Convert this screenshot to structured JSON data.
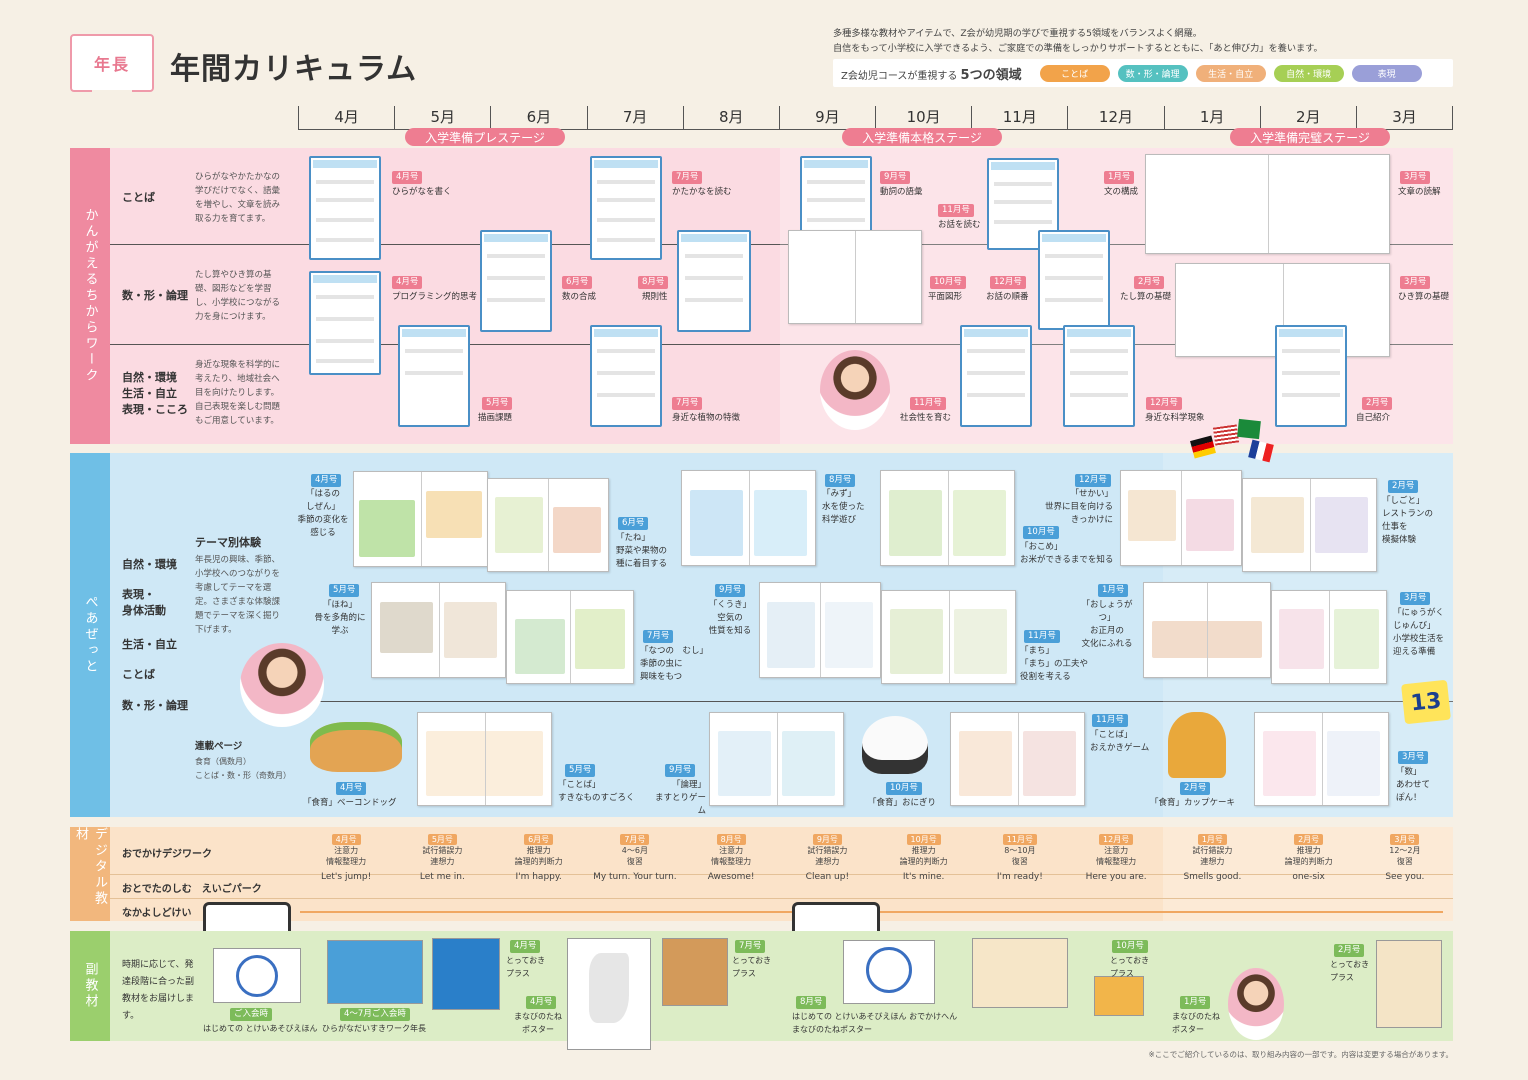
{
  "header": {
    "badge": "年長",
    "title": "年間カリキュラム",
    "intro_line1": "多種多様な教材やアイテムで、Z会が幼児期の学びで重視する5領域をバランスよく網羅。",
    "intro_line2": "自信をもって小学校に入学できるよう、ご家庭での準備をしっかりサポートするとともに、「あと伸び力」を養います。",
    "areas_label": "Z会幼児コースが重視する",
    "areas_label_big": "5つの領域",
    "areas": [
      {
        "label": "ことば",
        "color": "#f2a34a"
      },
      {
        "label": "数・形・論理",
        "color": "#55c1c0"
      },
      {
        "label": "生活・自立",
        "color": "#f0b07a"
      },
      {
        "label": "自然・環境",
        "color": "#a6cf55"
      },
      {
        "label": "表現",
        "color": "#9a9fd8"
      }
    ]
  },
  "months": [
    "4月",
    "5月",
    "6月",
    "7月",
    "8月",
    "9月",
    "10月",
    "11月",
    "12月",
    "1月",
    "2月",
    "3月"
  ],
  "stages": [
    "入学準備プレステージ",
    "入学準備本格ステージ",
    "入学準備完璧ステージ"
  ],
  "bands": {
    "kangaeru": "かんがえるちからワーク",
    "peazetto": "ぺあぜっと",
    "digital": "デジタル教材",
    "fuku": "副教材"
  },
  "kangaeru_rows": [
    {
      "title": "ことば",
      "desc": "ひらがなやかたかなの学びだけでなく、語彙を増やし、文章を読み取る力を育てます。"
    },
    {
      "title": "数・形・論理",
      "desc": "たし算やひき算の基礎、図形などを学習し、小学校につながる力を身につけます。"
    },
    {
      "title": "自然・環境\n生活・自立\n表現・こころ",
      "desc": "身近な現象を科学的に考えたり、地域社会へ目を向けたりします。自己表現を楽しむ問題もご用意しています。"
    }
  ],
  "kangaeru_items": [
    {
      "tag": "4月号",
      "cap": "ひらがなを書く"
    },
    {
      "tag": "7月号",
      "cap": "かたかなを読む"
    },
    {
      "tag": "9月号",
      "cap": "動詞の語彙"
    },
    {
      "tag": "11月号",
      "cap": "お話を読む"
    },
    {
      "tag": "1月号",
      "cap": "文の構成"
    },
    {
      "tag": "3月号",
      "cap": "文章の読解"
    },
    {
      "tag": "4月号",
      "cap": "プログラミング的思考"
    },
    {
      "tag": "6月号",
      "cap": "数の合成"
    },
    {
      "tag": "8月号",
      "cap": "規則性"
    },
    {
      "tag": "10月号",
      "cap": "平面図形"
    },
    {
      "tag": "12月号",
      "cap": "お話の順番"
    },
    {
      "tag": "2月号",
      "cap": "たし算の基礎"
    },
    {
      "tag": "3月号",
      "cap": "ひき算の基礎"
    },
    {
      "tag": "5月号",
      "cap": "描画課題"
    },
    {
      "tag": "7月号",
      "cap": "身近な植物の特徴"
    },
    {
      "tag": "11月号",
      "cap": "社会性を育む"
    },
    {
      "tag": "12月号",
      "cap": "身近な科学現象"
    },
    {
      "tag": "2月号",
      "cap": "自己紹介"
    }
  ],
  "peazetto_rows": {
    "theme_title": "テーマ別体験",
    "theme_desc": "年長児の興味、季節、小学校へのつながりを考慮してテーマを選定。さまざまな体験課題でテーマを深く掘り下げます。",
    "subjects": [
      "自然・環境",
      "表現・\n身体活動",
      "生活・自立",
      "ことば",
      "数・形・論理"
    ],
    "serial_title": "連載ページ",
    "serial_desc1": "食育（偶数月）",
    "serial_desc2": "ことば・数・形（奇数月）"
  },
  "peazetto_items": [
    {
      "tag": "4月号",
      "cap": "「はるの\nしぜん」\n季節の変化を\n感じる"
    },
    {
      "tag": "6月号",
      "cap": "「たね」\n野菜や果物の\n種に着目する"
    },
    {
      "tag": "8月号",
      "cap": "「みず」\n水を使った\n科学遊び"
    },
    {
      "tag": "12月号",
      "cap": "「せかい」\n世界に目を向ける\nきっかけに"
    },
    {
      "tag": "10月号",
      "cap": "「おこめ」\nお米ができるまでを知る"
    },
    {
      "tag": "2月号",
      "cap": "「しごと」\nレストランの\n仕事を\n模擬体験"
    },
    {
      "tag": "5月号",
      "cap": "「ほね」\n骨を多角的に\n学ぶ"
    },
    {
      "tag": "9月号",
      "cap": "「くうき」\n空気の\n性質を知る"
    },
    {
      "tag": "7月号",
      "cap": "「なつの　むし」\n季節の虫に\n興味をもつ"
    },
    {
      "tag": "1月号",
      "cap": "「おしょうがつ」\nお正月の\n文化にふれる"
    },
    {
      "tag": "11月号",
      "cap": "「まち」\n「まち」の工夫や\n役割を考える"
    },
    {
      "tag": "3月号",
      "cap": "「にゅうがく\nじゅんび」\n小学校生活を\n迎える準備"
    },
    {
      "tag": "4月号",
      "cap": "「食育」ベーコンドッグ"
    },
    {
      "tag": "5月号",
      "cap": "「ことば」\nすきなものすごろく"
    },
    {
      "tag": "9月号",
      "cap": "「論理」\nますとりゲーム"
    },
    {
      "tag": "10月号",
      "cap": "「食育」おにぎり"
    },
    {
      "tag": "11月号",
      "cap": "「ことば」\nおえかきゲーム"
    },
    {
      "tag": "2月号",
      "cap": "「食育」カップケーキ"
    },
    {
      "tag": "3月号",
      "cap": "「数」\nあわせて\nぽん！"
    }
  ],
  "sticker_text": "13",
  "digital": {
    "row1_title": "おでかけデジワーク",
    "row1": [
      {
        "m": "4月号",
        "t": "注意力\n情報整理力"
      },
      {
        "m": "5月号",
        "t": "試行錯誤力\n連想力"
      },
      {
        "m": "6月号",
        "t": "推理力\n論理的判断力"
      },
      {
        "m": "7月号",
        "t": "4～6月\n復習"
      },
      {
        "m": "8月号",
        "t": "注意力\n情報整理力"
      },
      {
        "m": "9月号",
        "t": "試行錯誤力\n連想力"
      },
      {
        "m": "10月号",
        "t": "推理力\n論理的判断力"
      },
      {
        "m": "11月号",
        "t": "8～10月\n復習"
      },
      {
        "m": "12月号",
        "t": "注意力\n情報整理力"
      },
      {
        "m": "1月号",
        "t": "試行錯誤力\n連想力"
      },
      {
        "m": "2月号",
        "t": "推理力\n論理的判断力"
      },
      {
        "m": "3月号",
        "t": "12～2月\n復習"
      }
    ],
    "row2_title": "おとでたのしむ　えいごパーク",
    "row2": [
      "Let's jump!",
      "Let me in.",
      "I'm happy.",
      "My turn. Your turn.",
      "Awesome!",
      "Clean up!",
      "It's mine.",
      "I'm ready!",
      "Here you are.",
      "Smells good.",
      "one-six",
      "See you."
    ],
    "row3_title": "なかよしどけい"
  },
  "fuku": {
    "desc": "時期に応じて、発達段階に合った副教材をお届けします。",
    "items": [
      {
        "tag": "ご入会時",
        "cap": "はじめての とけいあそびえほん"
      },
      {
        "tag": "4～7月ご入会時",
        "cap": "ひらがなだいすきワーク年長"
      },
      {
        "tag": "4月号",
        "cap": "とっておき\nプラス"
      },
      {
        "tag": "4月号",
        "cap": "まなびのたね\nポスター"
      },
      {
        "tag": "7月号",
        "cap": "とっておき\nプラス"
      },
      {
        "tag": "8月号",
        "cap": "はじめての とけいあそびえほん おでかけへん\nまなびのたねポスター"
      },
      {
        "tag": "10月号",
        "cap": "とっておき\nプラス"
      },
      {
        "tag": "1月号",
        "cap": "まなびのたね\nポスター"
      },
      {
        "tag": "2月号",
        "cap": "とっておき\nプラス"
      }
    ]
  },
  "footnote": "※ここでご紹介しているのは、取り組み内容の一部です。内容は変更する場合があります。"
}
